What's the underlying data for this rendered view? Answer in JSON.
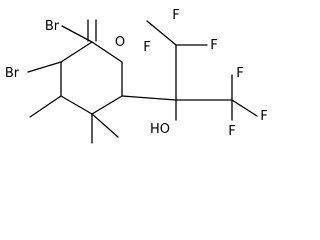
{
  "structure": {
    "atoms": {
      "br_upper": "Br",
      "br_lower": "Br",
      "oxygen": "O",
      "hydroxyl": "HO",
      "f_top_left": "F",
      "f_top_right": "F",
      "f_mid_left": "F",
      "f_right": "F",
      "f_bottom": "F",
      "f_cf3_a": "F"
    }
  }
}
